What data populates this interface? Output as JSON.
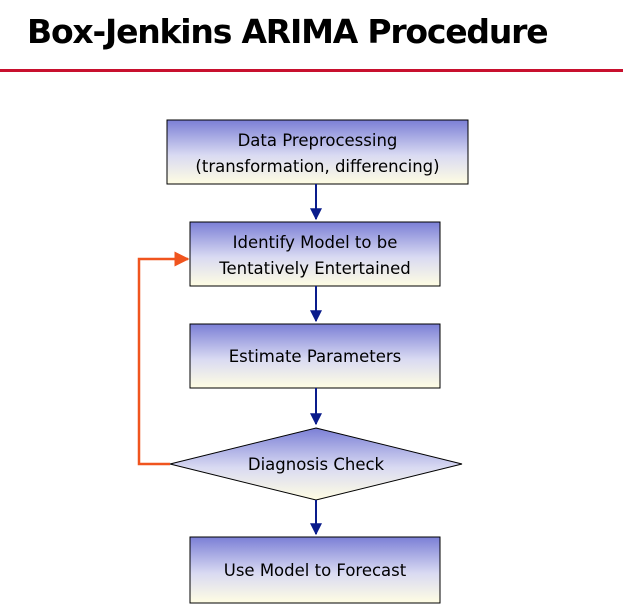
{
  "title": "Box-Jenkins ARIMA Procedure",
  "colors": {
    "title_rule": "#c8102e",
    "box_top": "#7b7fd6",
    "box_bottom": "#fffde3",
    "arrow": "#0a1c8c",
    "feedback_arrow": "#f0541e"
  },
  "steps": [
    {
      "lines": [
        "Data Preprocessing",
        "(transformation, differencing)"
      ]
    },
    {
      "lines": [
        "Identify Model to be",
        "Tentatively Entertained"
      ]
    },
    {
      "lines": [
        "Estimate Parameters"
      ]
    },
    {
      "lines": [
        "Diagnosis Check"
      ]
    },
    {
      "lines": [
        "Use Model to Forecast"
      ]
    }
  ]
}
